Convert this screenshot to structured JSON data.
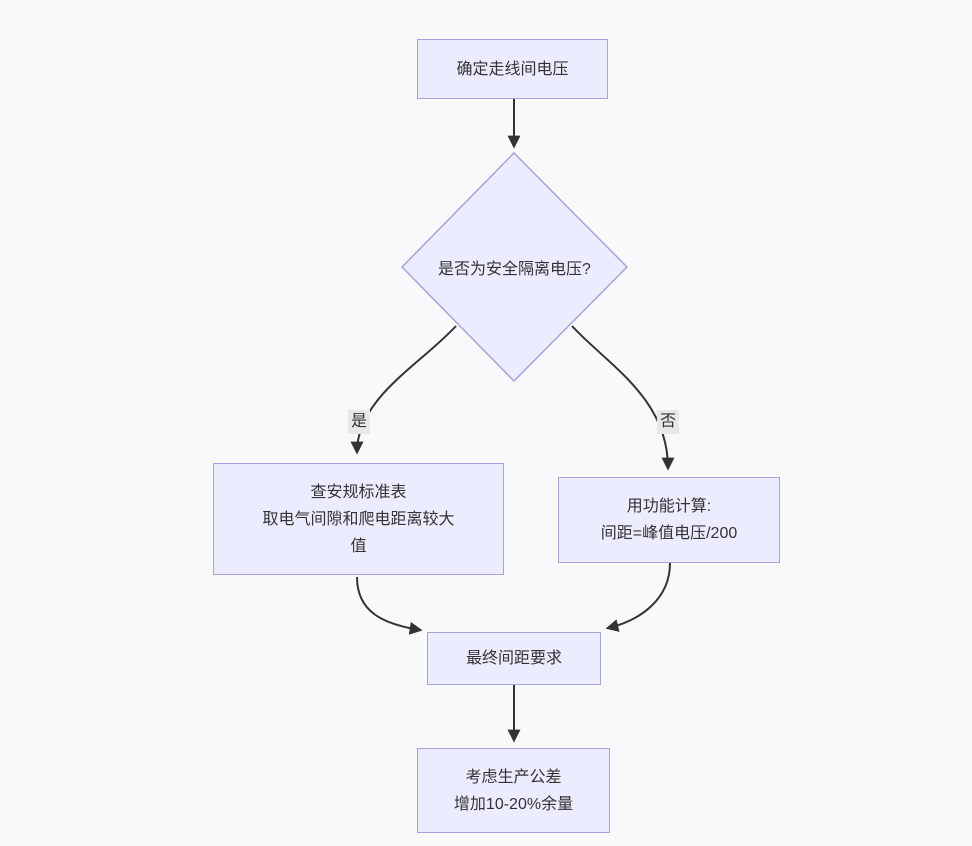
{
  "theme": {
    "background": "#f8f9fb",
    "node_fill": "#ECECFF",
    "node_border": "#a9a2d9",
    "edge_color": "#333333",
    "text_color": "#333333",
    "edge_label_background": "#e8e8e8"
  },
  "flowchart": {
    "nodes": {
      "start": {
        "label": "确定走线间电压"
      },
      "decision": {
        "label": "是否为安全隔离电压?"
      },
      "safety": {
        "lines": [
          "查安规标准表",
          "取电气间隙和爬电距离较大",
          "值"
        ]
      },
      "functional": {
        "lines": [
          "用功能计算:",
          "间距=峰值电压/200"
        ]
      },
      "final": {
        "label": "最终间距要求"
      },
      "tolerance": {
        "lines": [
          "考虑生产公差",
          "增加10-20%余量"
        ]
      }
    },
    "edge_labels": {
      "yes": "是",
      "no": "否"
    }
  }
}
